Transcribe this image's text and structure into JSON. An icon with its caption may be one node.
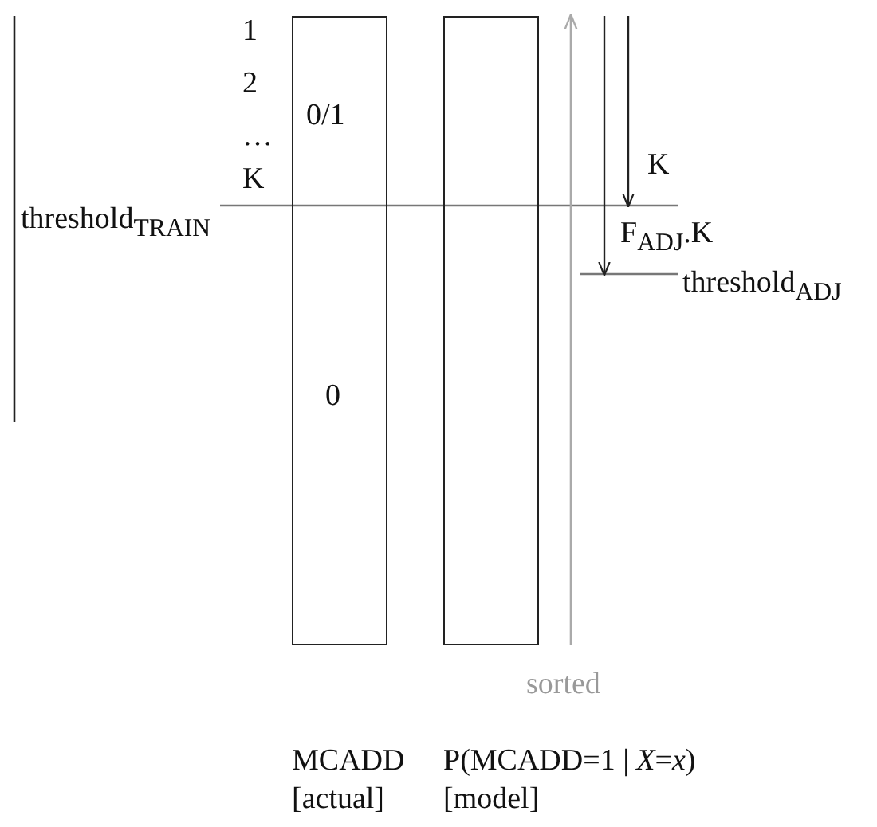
{
  "diagram": {
    "nodes": [
      {
        "text": [
          "0/1",
          "0"
        ],
        "beside": [
          "MCADD [actual]"
        ]
      },
      {
        "text": [],
        "shape": "box",
        "beside": [
          "P(MCADD=1 | *X*=*x*) [model]"
        ]
      }
    ],
    "labels": [
      "1",
      "2",
      "…",
      "K",
      "threshold$_{TRAIN}$",
      "K",
      "F$_{ADJ}$.K",
      "threshold$_{ADJ}$",
      "sorted"
    ]
  }
}
